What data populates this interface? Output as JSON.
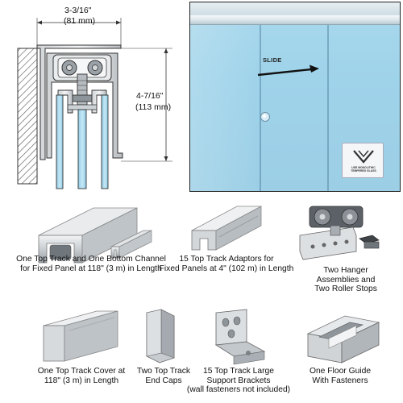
{
  "diagram": {
    "width_label_imperial": "3-3/16\"",
    "width_label_metric": "(81 mm)",
    "height_label_imperial": "4-7/16\"",
    "height_label_metric": "(113 mm)"
  },
  "photo": {
    "slide_label": "SLIDE",
    "badge_text": "USE MONOLITHIC TEMPERED GLASS"
  },
  "components": [
    {
      "caption_lines": [
        "One Top Track and One Bottom Channel",
        "for Fixed Panel at 118\" (3 m) in Length"
      ]
    },
    {
      "caption_lines": [
        "15 Top Track Adaptors for",
        "Fixed Panels at 4\" (102 m) in Length"
      ]
    },
    {
      "caption_lines": [
        "Two Hanger",
        "Assemblies and",
        "Two Roller Stops"
      ]
    },
    {
      "caption_lines": [
        "One Top Track Cover at",
        "118\" (3 m) in Length"
      ]
    },
    {
      "caption_lines": [
        "Two Top Track",
        "End Caps"
      ]
    },
    {
      "caption_lines": [
        "15 Top Track Large",
        "Support Brackets",
        "(wall fasteners not included)"
      ]
    },
    {
      "caption_lines": [
        "One Floor Guide",
        "With Fasteners"
      ]
    }
  ],
  "colors": {
    "aluminum_light": "#e4e6e8",
    "aluminum_mid": "#b9bec3",
    "aluminum_dark": "#8a9096",
    "glass_blue": "#a4d6ec"
  }
}
